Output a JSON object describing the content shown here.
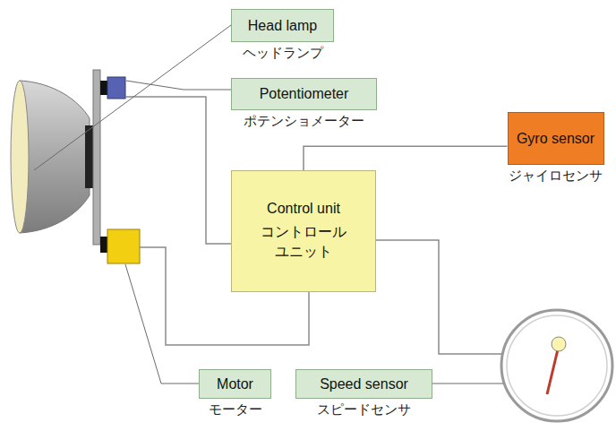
{
  "diagram": {
    "nodes": [
      {
        "text": [
          "Head lamp",
          "ヘッドランプ"
        ]
      },
      {
        "text": [
          "Potentiometer",
          "ポテンショメーター"
        ]
      },
      {
        "text": [
          "Gyro sensor",
          "ジャイロセンサ"
        ]
      },
      {
        "text": [
          "Control unit",
          "コントロール ユニット"
        ]
      },
      {
        "text": [
          "Motor",
          "モーター"
        ]
      },
      {
        "text": [
          "Speed sensor",
          "スピードセンサ"
        ]
      }
    ],
    "edges": [
      {
        "from": 3,
        "to": 2,
        "arrow": "none"
      }
    ]
  }
}
